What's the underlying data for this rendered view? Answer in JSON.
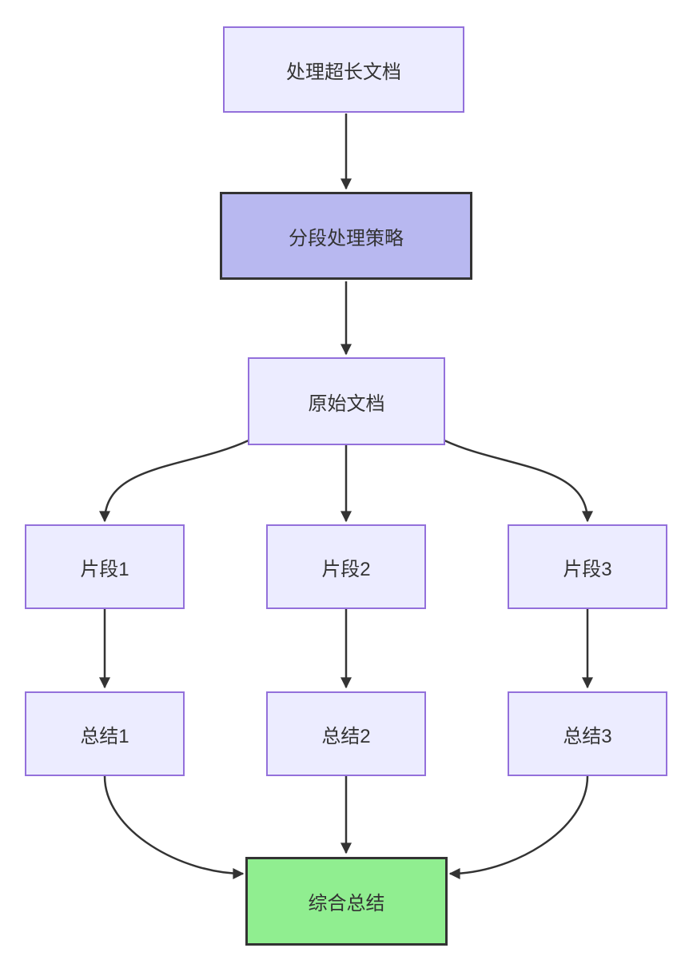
{
  "diagram": {
    "type": "flowchart",
    "direction": "top-down",
    "nodes": {
      "task": {
        "label": "处理超长文档"
      },
      "strategy": {
        "label": "分段处理策略"
      },
      "doc": {
        "label": "原始文档"
      },
      "seg1": {
        "label": "片段1"
      },
      "seg2": {
        "label": "片段2"
      },
      "seg3": {
        "label": "片段3"
      },
      "sum1": {
        "label": "总结1"
      },
      "sum2": {
        "label": "总结2"
      },
      "sum3": {
        "label": "总结3"
      },
      "final": {
        "label": "综合总结"
      }
    },
    "edges": [
      {
        "from": "处理超长文档",
        "to": "分段处理策略"
      },
      {
        "from": "分段处理策略",
        "to": "原始文档"
      },
      {
        "from": "原始文档",
        "to": "片段1"
      },
      {
        "from": "原始文档",
        "to": "片段2"
      },
      {
        "from": "原始文档",
        "to": "片段3"
      },
      {
        "from": "片段1",
        "to": "总结1"
      },
      {
        "from": "片段2",
        "to": "总结2"
      },
      {
        "from": "片段3",
        "to": "总结3"
      },
      {
        "from": "总结1",
        "to": "综合总结"
      },
      {
        "from": "总结2",
        "to": "综合总结"
      },
      {
        "from": "总结3",
        "to": "综合总结"
      }
    ],
    "colors": {
      "background": "#ffffff",
      "node_fill": "#ECECFF",
      "node_border": "#9370DB",
      "strategy_fill": "#b8b8f0",
      "strategy_border": "#333333",
      "final_fill": "#90ee90",
      "final_border": "#333333",
      "edge": "#333333",
      "text": "#333333"
    }
  }
}
